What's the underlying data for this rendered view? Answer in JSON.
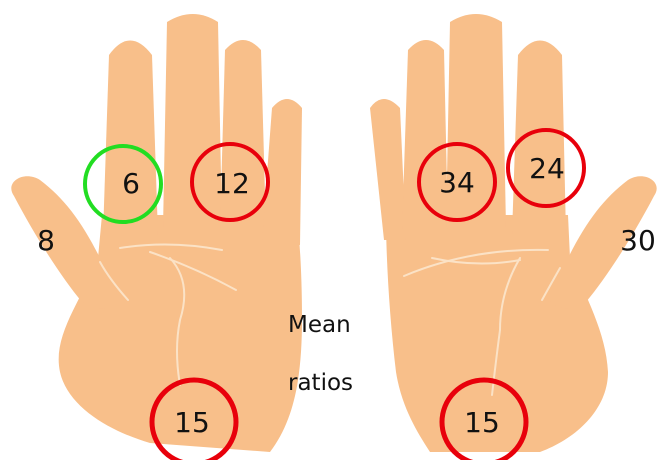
{
  "colors": {
    "skin": "#f8bf8a",
    "palm_line": "#fbe2c6",
    "ring_red": "#e8000b",
    "ring_green": "#22dd22",
    "text": "#111111"
  },
  "caption": {
    "line1": "Mean",
    "line2": "ratios"
  },
  "left_hand": {
    "thumb": {
      "value": "8"
    },
    "index": {
      "value": "6",
      "ring": "green"
    },
    "middle": {
      "value": "12",
      "ring": "red"
    },
    "wrist": {
      "value": "15",
      "ring": "red"
    }
  },
  "right_hand": {
    "middle": {
      "value": "34",
      "ring": "red"
    },
    "index": {
      "value": "24",
      "ring": "red"
    },
    "thumb": {
      "value": "30"
    },
    "wrist": {
      "value": "15",
      "ring": "red"
    }
  }
}
